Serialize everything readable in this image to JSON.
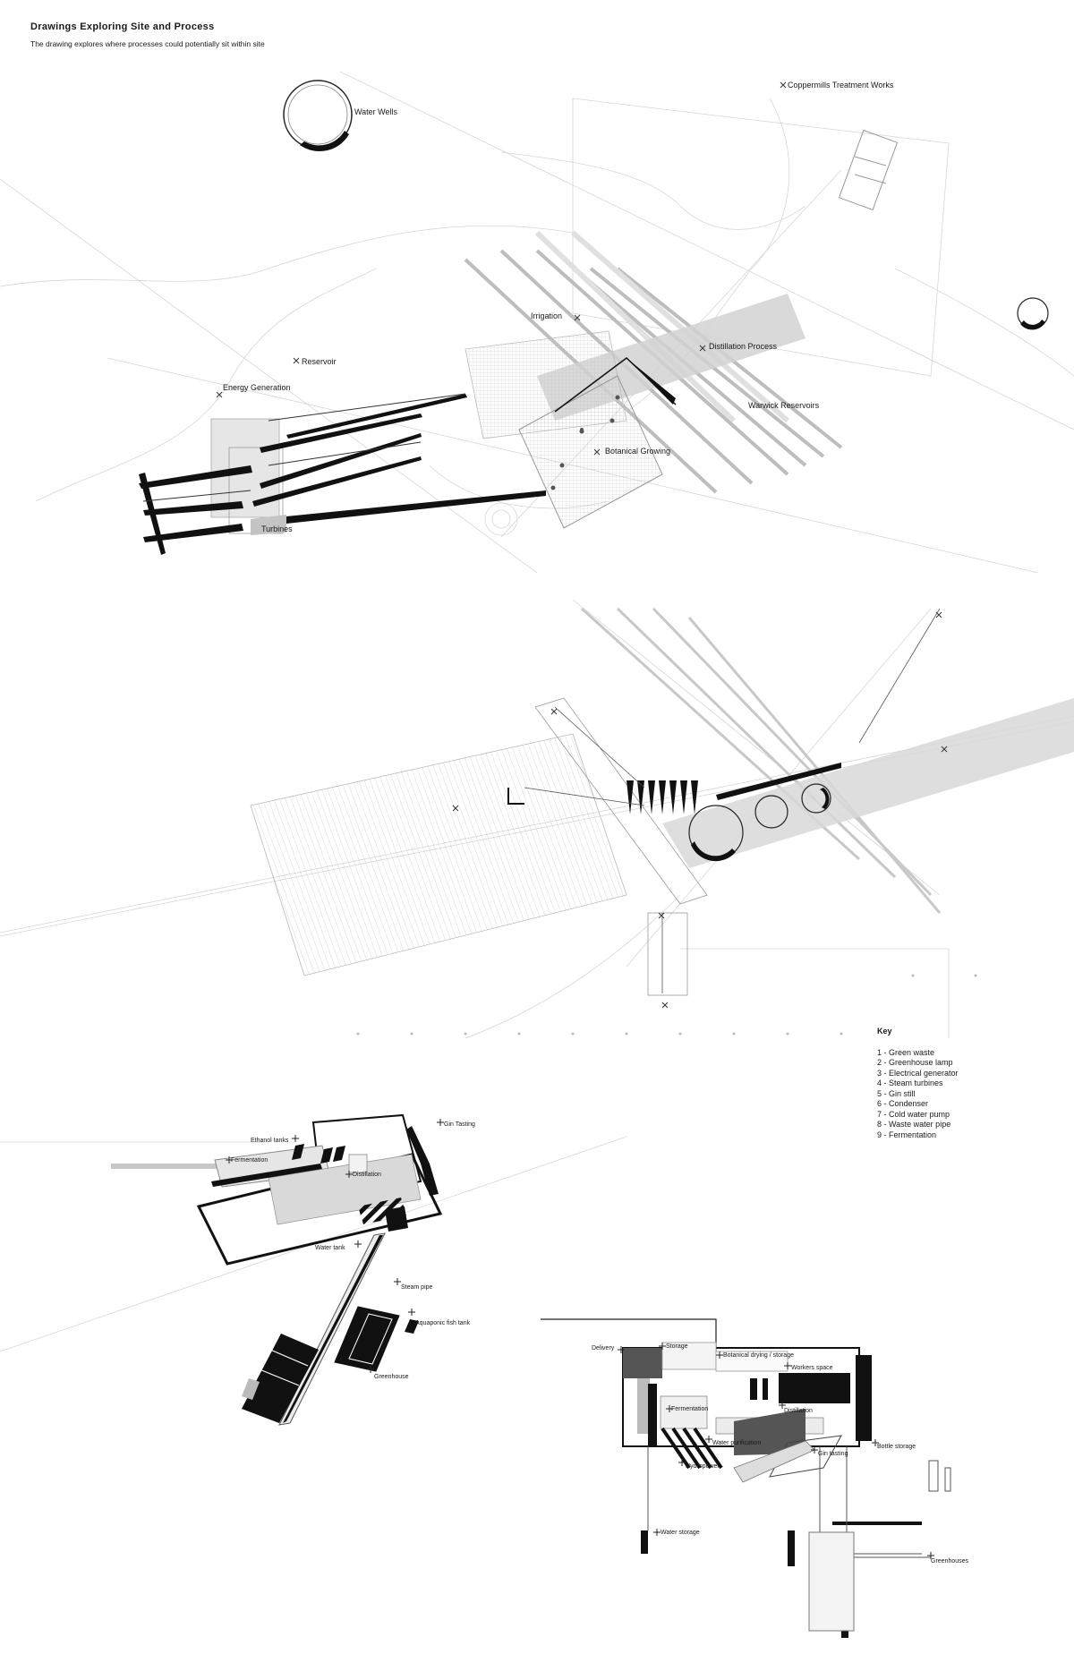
{
  "header": {
    "title": "Drawings Exploring Site and Process",
    "subtitle": "The drawing explores where processes could potentially sit within site"
  },
  "site_plan": {
    "labels": {
      "water_wells": "Water Wells",
      "coppermills": "Coppermills Treatment Works",
      "irrigation": "Irrigation",
      "distillation_process": "Distillation Process",
      "reservoir": "Reservoir",
      "energy_generation": "Energy Generation",
      "warwick_reservoirs": "Warwick Reservoirs",
      "botanical_growing": "Botanical Growing",
      "turbines": "Turbines"
    }
  },
  "key": {
    "title": "Key",
    "items": [
      "1 - Green waste",
      "2 - Greenhouse lamp",
      "3 - Electrical generator",
      "4 - Steam turbines",
      "5 - Gin still",
      "6 - Condenser",
      "7 - Cold water pump",
      "8 - Waste water pipe",
      "9 - Fermentation"
    ]
  },
  "plan_left": {
    "labels": {
      "ethanol_tanks": "Ethanol tanks",
      "gin_tasting": "Gin Tasting",
      "fermentation": "Fermentation",
      "distillation": "Distillation",
      "water_tank": "Water tank",
      "steam_pipe": "Steam pipe",
      "aquaponic_fish_tank": "Aquaponic fish tank",
      "greenhouse": "Greenhouse"
    }
  },
  "plan_right": {
    "labels": {
      "delivery": "Delivery",
      "storage": "Storage",
      "botanical_drying": "Botanical drying / storage",
      "workers_space": "Workers space",
      "fermentation": "Fermentation",
      "distillation": "Distillation",
      "water_purification": "Water purification",
      "gin_tasting": "Gin tasting",
      "bottle_storage": "Bottle storage",
      "hydropower": "Hydropower",
      "water_storage": "Water storage",
      "greenhouses": "Greenhouses"
    }
  }
}
